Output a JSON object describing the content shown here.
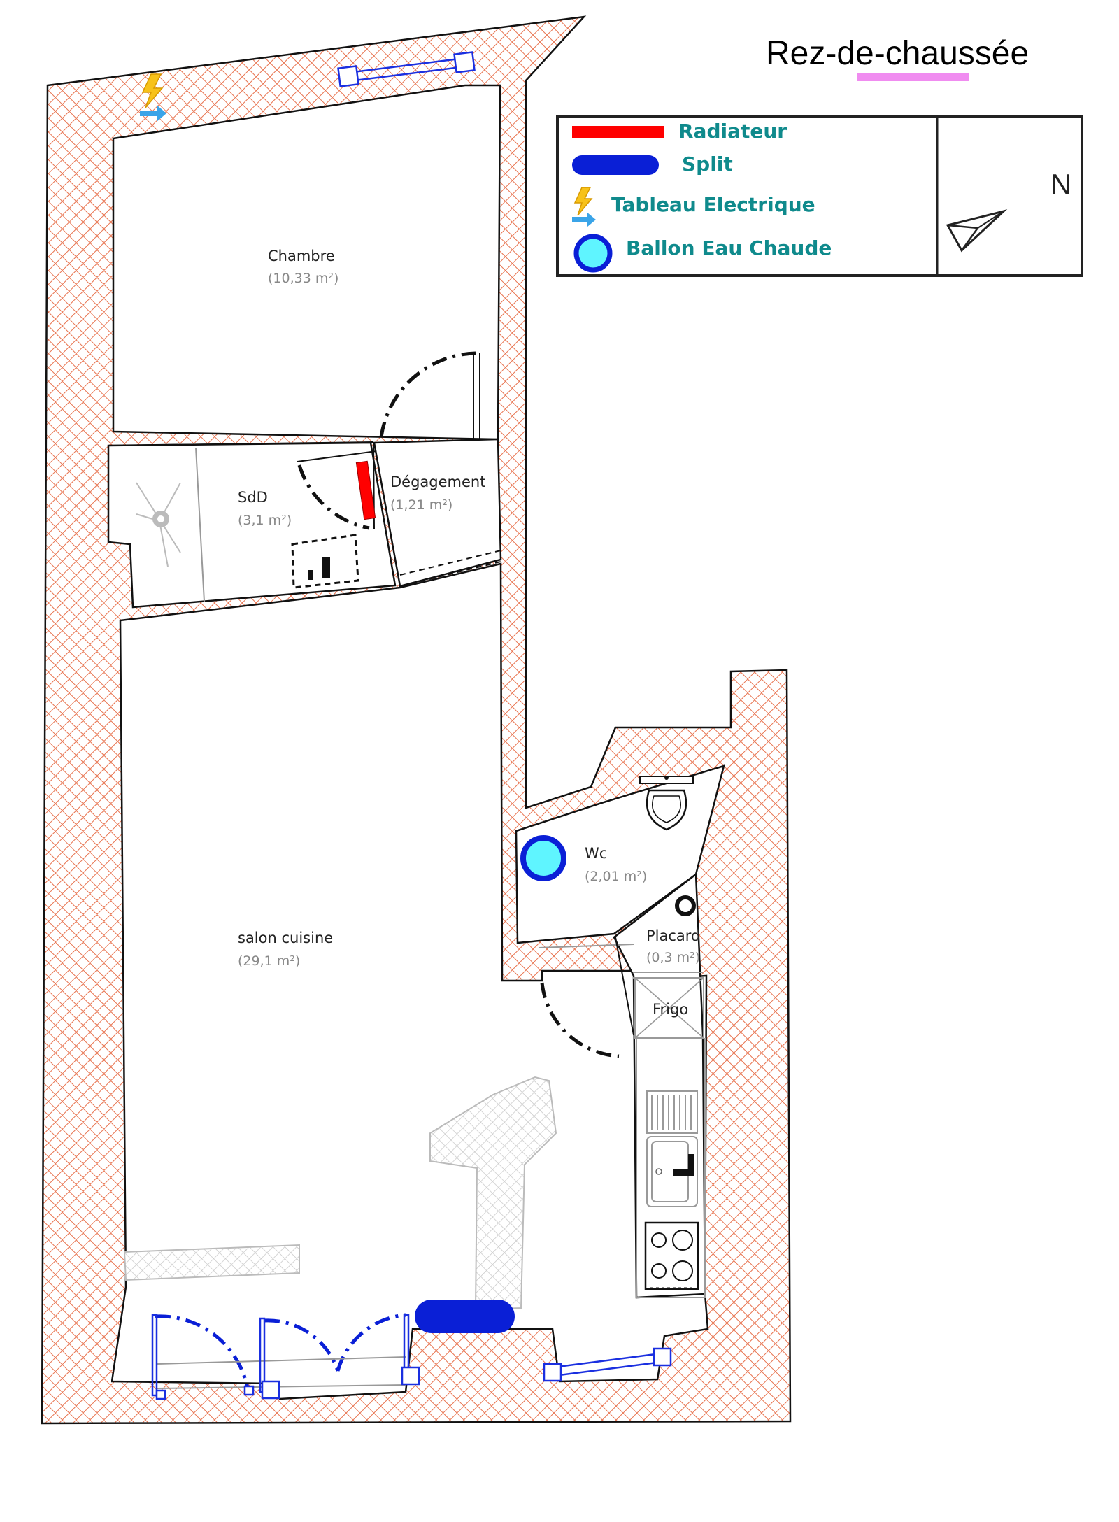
{
  "title": "Rez-de-chaussée",
  "colors": {
    "wall_hatch": "#e8734f",
    "radiator": "#ff0000",
    "split": "#0a1fd6",
    "water_heater_fill": "#5ff5ff",
    "legend_text": "#0f8a8c",
    "title_underline": "#f08cf0"
  },
  "legend": {
    "items": [
      {
        "label": "Radiateur",
        "symbol": "red-bar"
      },
      {
        "label": "Split",
        "symbol": "blue-pill"
      },
      {
        "label": "Tableau Electrique",
        "symbol": "lightning-icon"
      },
      {
        "label": "Ballon Eau Chaude",
        "symbol": "water-heater-circle"
      }
    ],
    "north_label": "N"
  },
  "rooms": {
    "chambre": {
      "name": "Chambre",
      "area": "(10,33 m²)"
    },
    "sdd": {
      "name": "SdD",
      "area": "(3,1 m²)"
    },
    "degagement": {
      "name": "Dégagement",
      "area": "(1,21 m²)"
    },
    "wc": {
      "name": "Wc",
      "area": "(2,01 m²)"
    },
    "placard": {
      "name": "Placard",
      "area": "(0,3 m²)"
    },
    "frigo": {
      "name": "Frigo"
    },
    "salon": {
      "name": "salon cuisine",
      "area": "(29,1 m²)"
    }
  },
  "icons": {
    "electrical_panel": "lightning-icon",
    "north_arrow": "paper-plane-arrow-icon",
    "toilet": "toilet-icon",
    "sink": "sink-icon",
    "cooktop": "cooktop-icon",
    "shower_drain": "shower-drain-icon"
  }
}
